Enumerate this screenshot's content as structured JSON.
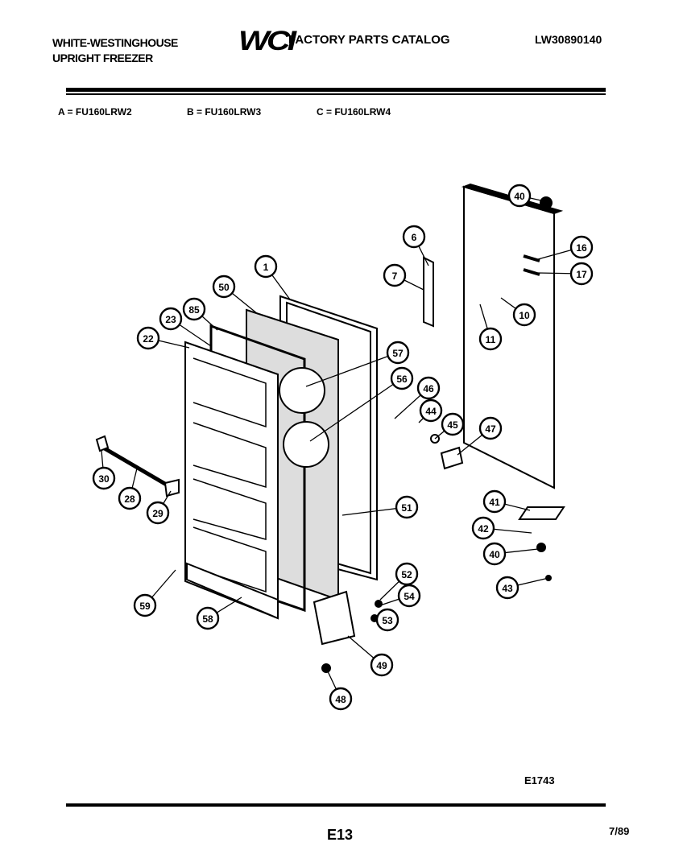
{
  "header": {
    "brand_line1": "WHITE-WESTINGHOUSE",
    "brand_line2": "UPRIGHT FREEZER",
    "logo": "WCI",
    "catalog_title": "FACTORY PARTS CATALOG",
    "document_number": "LW30890140"
  },
  "models": [
    {
      "label": "A = FU160LRW2"
    },
    {
      "label": "B = FU160LRW3"
    },
    {
      "label": "C = FU160LRW4"
    }
  ],
  "diagram": {
    "callouts": [
      "40",
      "16",
      "17",
      "6",
      "7",
      "10",
      "11",
      "1",
      "50",
      "85",
      "23",
      "22",
      "57",
      "56",
      "46",
      "44",
      "45",
      "47",
      "30",
      "28",
      "29",
      "51",
      "41",
      "42",
      "40",
      "43",
      "52",
      "54",
      "53",
      "59",
      "58",
      "49",
      "48"
    ]
  },
  "footer": {
    "figure_code": "E1743",
    "page_number": "E13",
    "date": "7/89"
  }
}
